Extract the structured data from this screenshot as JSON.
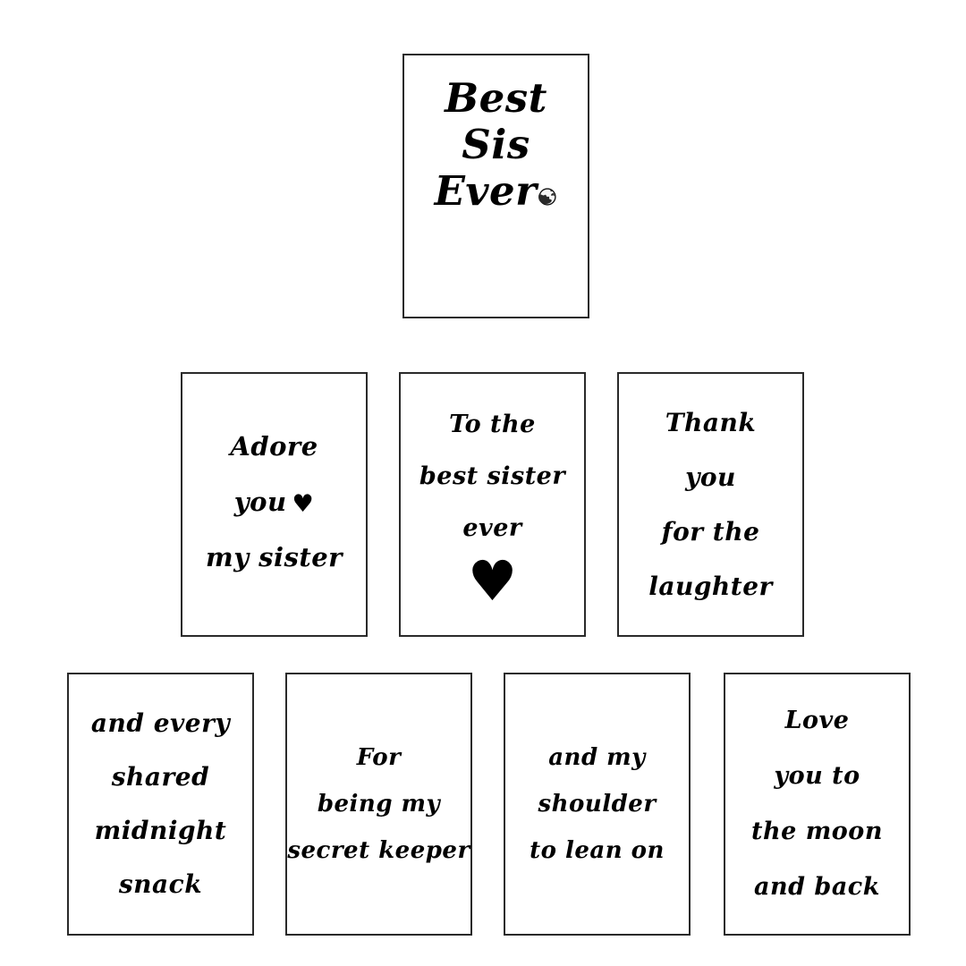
{
  "page": {
    "background_color": "#ffffff",
    "text_color": "#000000",
    "card_border_color": "#2a2a2a"
  },
  "cards": [
    {
      "id": "best-sis-ever",
      "position": "top-center",
      "lines": [
        "Best",
        "Sis",
        "Ever"
      ],
      "icon": "globe-icon",
      "icon_glyph": "🌏"
    },
    {
      "id": "adore-you-my-sister",
      "position": "row2-left",
      "lines": [
        "Adore",
        "you",
        "my sister"
      ],
      "icon": "heart-icon",
      "icon_glyph": "♥"
    },
    {
      "id": "to-the-best-sister-ever",
      "position": "row2-center",
      "lines": [
        "To the",
        "best sister",
        "ever"
      ],
      "icon": "heart-icon",
      "icon_glyph": "♥"
    },
    {
      "id": "thank-you-for-the-laughter",
      "position": "row2-right",
      "lines": [
        "Thank",
        "you",
        "for the",
        "laughter"
      ]
    },
    {
      "id": "and-every-shared-midnight-snack",
      "position": "row3-1",
      "lines": [
        "and every",
        "shared",
        "midnight",
        "snack"
      ]
    },
    {
      "id": "for-being-my-secret-keeper",
      "position": "row3-2",
      "lines": [
        "For",
        "being my",
        "secret keeper"
      ]
    },
    {
      "id": "and-my-shoulder-to-lean-on",
      "position": "row3-3",
      "lines": [
        "and my",
        "shoulder",
        "to lean on"
      ]
    },
    {
      "id": "love-you-to-the-moon-and-back",
      "position": "row3-4",
      "lines": [
        "Love",
        "you to",
        "the moon",
        "and back"
      ]
    }
  ]
}
